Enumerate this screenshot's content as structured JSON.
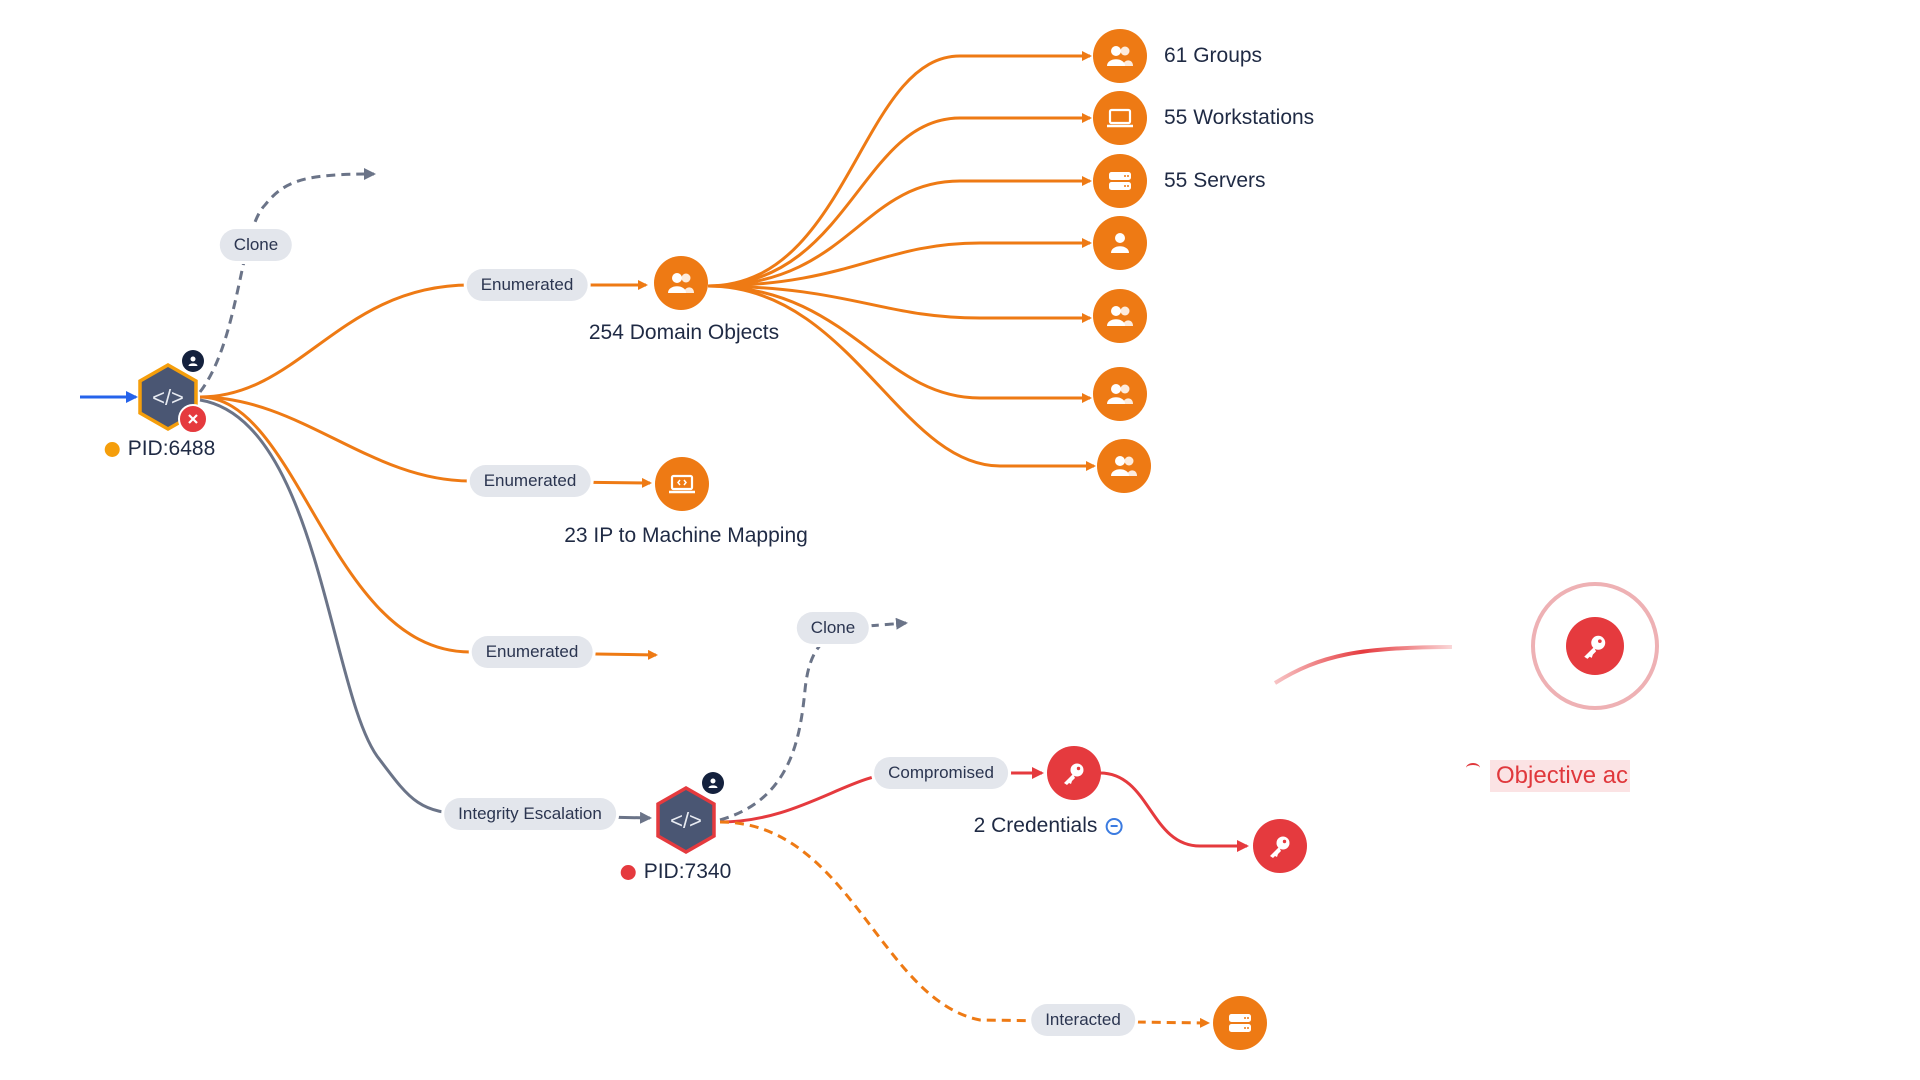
{
  "colors": {
    "orange": "#ee7a14",
    "red": "#e53a3e",
    "gray_edge": "#6b7488",
    "blue_edge": "#2563eb",
    "hex_fill": "#4a5673",
    "pill_bg": "#e3e6ec",
    "text": "#1f2a44"
  },
  "processes": [
    {
      "id": "proc-6488",
      "pid_label": "PID:6488",
      "status_color": "#f59e0b",
      "border": "#f59e0b",
      "icon": "code-icon",
      "badges": [
        "user-icon",
        "close-icon"
      ]
    },
    {
      "id": "proc-7340",
      "pid_label": "PID:7340",
      "status_color": "#e53a3e",
      "border": "#e53a3e",
      "icon": "code-icon",
      "badges": [
        "user-icon"
      ]
    }
  ],
  "edges": {
    "clone_top": "Clone",
    "enumerated_domain": "Enumerated",
    "enumerated_ip": "Enumerated",
    "enumerated_third": "Enumerated",
    "integrity_escalation": "Integrity Escalation",
    "clone_bottom": "Clone",
    "compromised": "Compromised",
    "interacted": "Interacted"
  },
  "nodes": {
    "domain_objects": {
      "label": "254 Domain Objects",
      "icon": "users-icon"
    },
    "ip_mapping": {
      "label": "23 IP to Machine Mapping",
      "icon": "laptop-code-icon"
    },
    "credentials": {
      "label": "2 Credentials",
      "icon": "key-icon",
      "collapse": "collapse-icon"
    },
    "credential_child": {
      "icon": "key-icon"
    },
    "interacted_server": {
      "icon": "server-icon"
    }
  },
  "domain_children": [
    {
      "label": "61 Groups",
      "icon": "users-icon"
    },
    {
      "label": "55 Workstations",
      "icon": "laptop-icon"
    },
    {
      "label": "55 Servers",
      "icon": "server-icon"
    },
    {
      "label": "",
      "icon": "user-icon"
    },
    {
      "label": "",
      "icon": "users-icon"
    },
    {
      "label": "",
      "icon": "users-icon"
    },
    {
      "label": "",
      "icon": "users-icon"
    }
  ],
  "objective": {
    "label": "Objective ac",
    "icon": "key-icon"
  }
}
